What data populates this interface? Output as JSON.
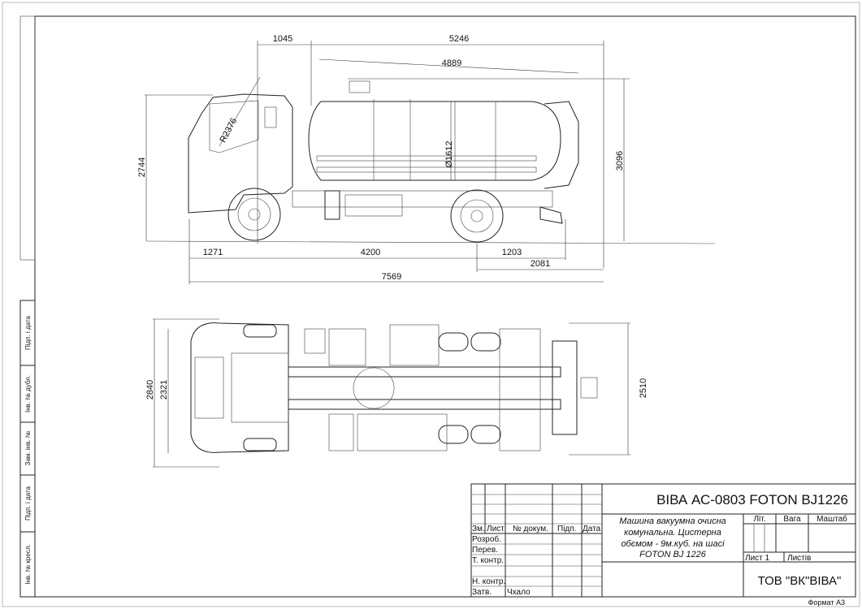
{
  "side_view": {
    "dims": {
      "d1045": "1045",
      "d5246": "5246",
      "d4889": "4889",
      "diameter": "Ø1612",
      "radius": "R2376",
      "height_cab": "2744",
      "height_total": "3096",
      "d1271": "1271",
      "d4200": "4200",
      "d1203": "1203",
      "d2081": "2081",
      "d7569": "7569"
    }
  },
  "top_view": {
    "dims": {
      "d2840": "2840",
      "d2321": "2321",
      "d2510": "2510"
    }
  },
  "binding_strip": [
    "Підп. і дата",
    "Інв. № дубл.",
    "Зам. інв. №",
    "Підп. і дата",
    "Інв. № кресл."
  ],
  "title_block": {
    "title": "ВІВА АС-0803 FOTON BJ1226",
    "header": [
      "Зм.",
      "Лист",
      "№ докум.",
      "Підп.",
      "Дата"
    ],
    "rows": [
      "Розроб.",
      "Перев.",
      "Т. контр.",
      "",
      "Н. контр.",
      "Затв."
    ],
    "approver": "Чхало",
    "description": [
      "Машина вакуумна очисна",
      "комунальна. Цистерна",
      "обємом - 9м.куб. на шасі",
      "FOTON BJ 1226"
    ],
    "lit": "Літ.",
    "weight": "Вага",
    "scale": "Маштаб",
    "sheet": "Лист 1",
    "sheets": "Листів",
    "company": "ТОВ \"ВК\"ВІВА\"",
    "format": "Формат А3"
  }
}
